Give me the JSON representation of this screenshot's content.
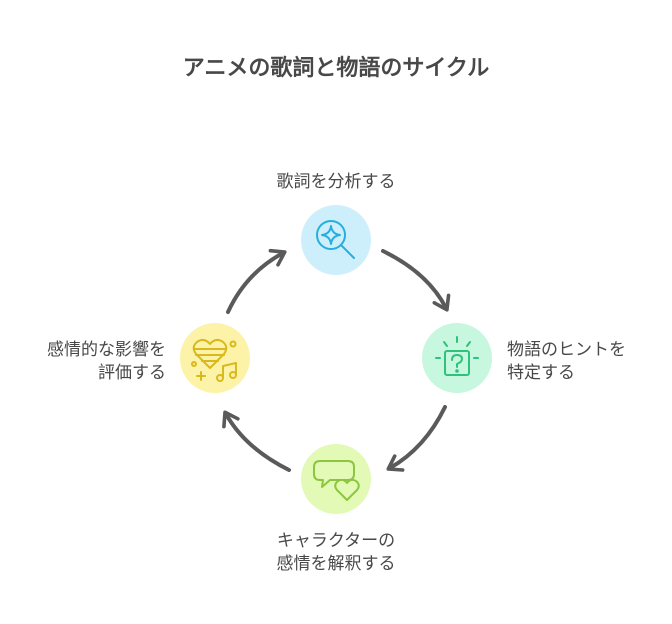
{
  "title": "アニメの歌詞と物語のサイクル",
  "steps": [
    {
      "lines": [
        "歌詞を分析する"
      ],
      "icon": "magnifier-sparkle-icon",
      "color": "#cdeffb",
      "stroke": "#27aee0"
    },
    {
      "lines": [
        "物語のヒントを",
        "特定する"
      ],
      "icon": "mystery-box-icon",
      "color": "#c8f7df",
      "stroke": "#2fc27a"
    },
    {
      "lines": [
        "キャラクターの",
        "感情を解釈する"
      ],
      "icon": "speech-heart-icon",
      "color": "#e3f9b6",
      "stroke": "#8cc63f"
    },
    {
      "lines": [
        "感情的な影響を",
        "評価する"
      ],
      "icon": "heart-music-icon",
      "color": "#fdf3a8",
      "stroke": "#d9b91d"
    }
  ],
  "arrow_color": "#5a5a5a"
}
